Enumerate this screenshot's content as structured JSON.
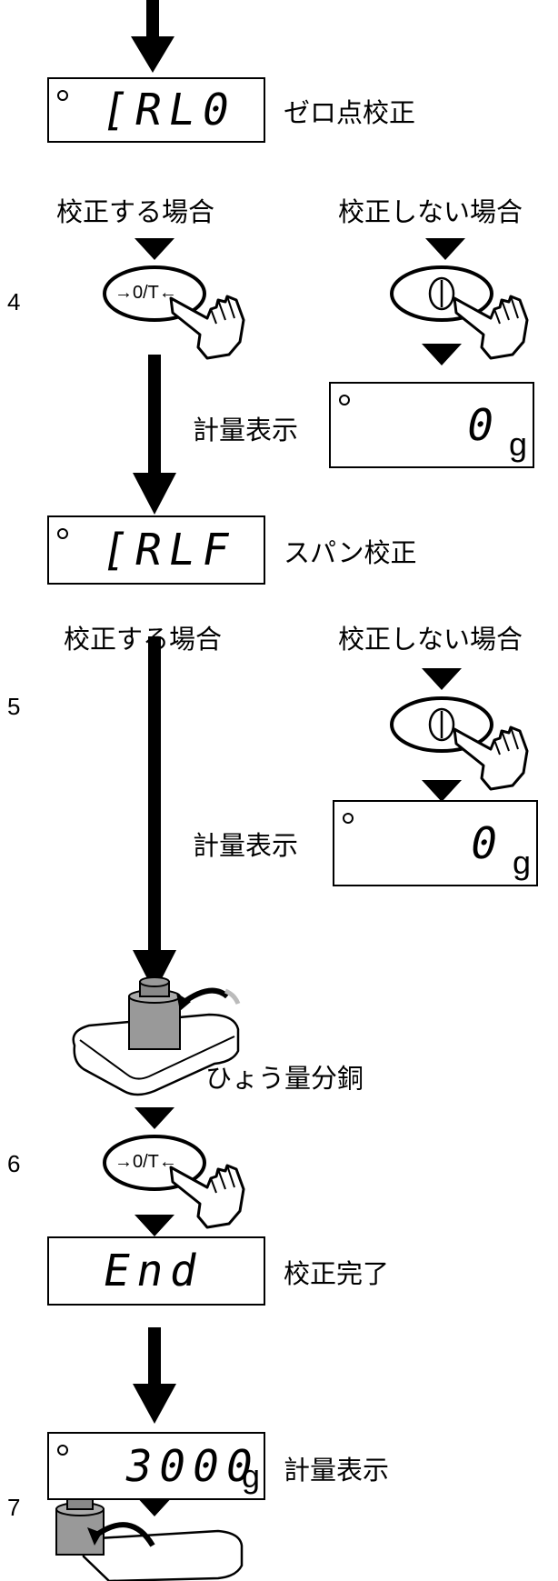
{
  "labels": {
    "zero_calibration": "ゼロ点校正",
    "span_calibration": "スパン校正",
    "calibration_complete": "校正完了",
    "when_calibrating": "校正する場合",
    "when_not_calibrating": "校正しない場合",
    "weighing_display": "計量表示",
    "weighing_mass": "ひょう量分銅"
  },
  "steps": {
    "s4": "4",
    "s5": "5",
    "s6": "6",
    "s7": "7"
  },
  "displays": {
    "cal0": "[RL0",
    "calf": "[RLF",
    "end": "End",
    "zero": "0",
    "full": "3000",
    "unit": "g"
  },
  "keys": {
    "zero_tare": "→0/T←",
    "power": "⏽"
  },
  "icon_names": [
    "hand-press-icon",
    "weight-on-pan-icon",
    "down-arrow-icon",
    "down-triangle-icon",
    "power-key-icon",
    "zero-tare-key-icon"
  ]
}
